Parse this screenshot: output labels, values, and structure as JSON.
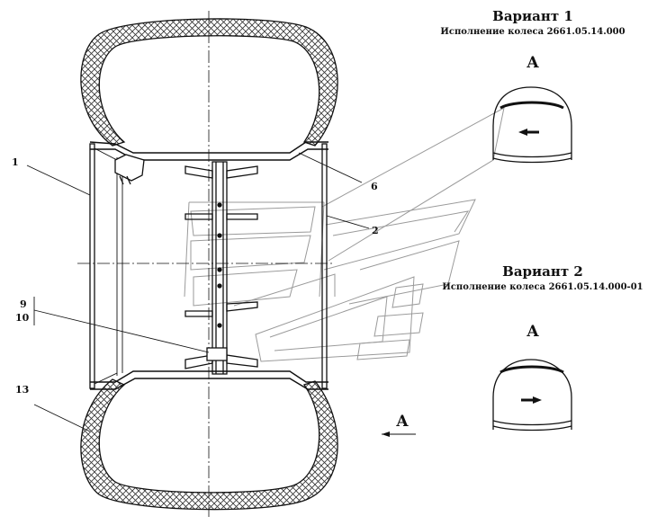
{
  "variant1": {
    "title": "Вариант 1",
    "subtitle": "Исполнение колеса 2661.05.14.000",
    "view_label": "A"
  },
  "variant2": {
    "title": "Вариант 2",
    "subtitle": "Исполнение колеса 2661.05.14.000-01",
    "view_label": "A"
  },
  "view_arrow_label": "A",
  "callouts": {
    "c1": "1",
    "c2": "2",
    "c6": "6",
    "c9": "9",
    "c10": "10",
    "c13": "13"
  },
  "colors": {
    "line": "#111111",
    "hatch": "#333333",
    "ghost": "#9a9a9a",
    "background": "#ffffff"
  }
}
